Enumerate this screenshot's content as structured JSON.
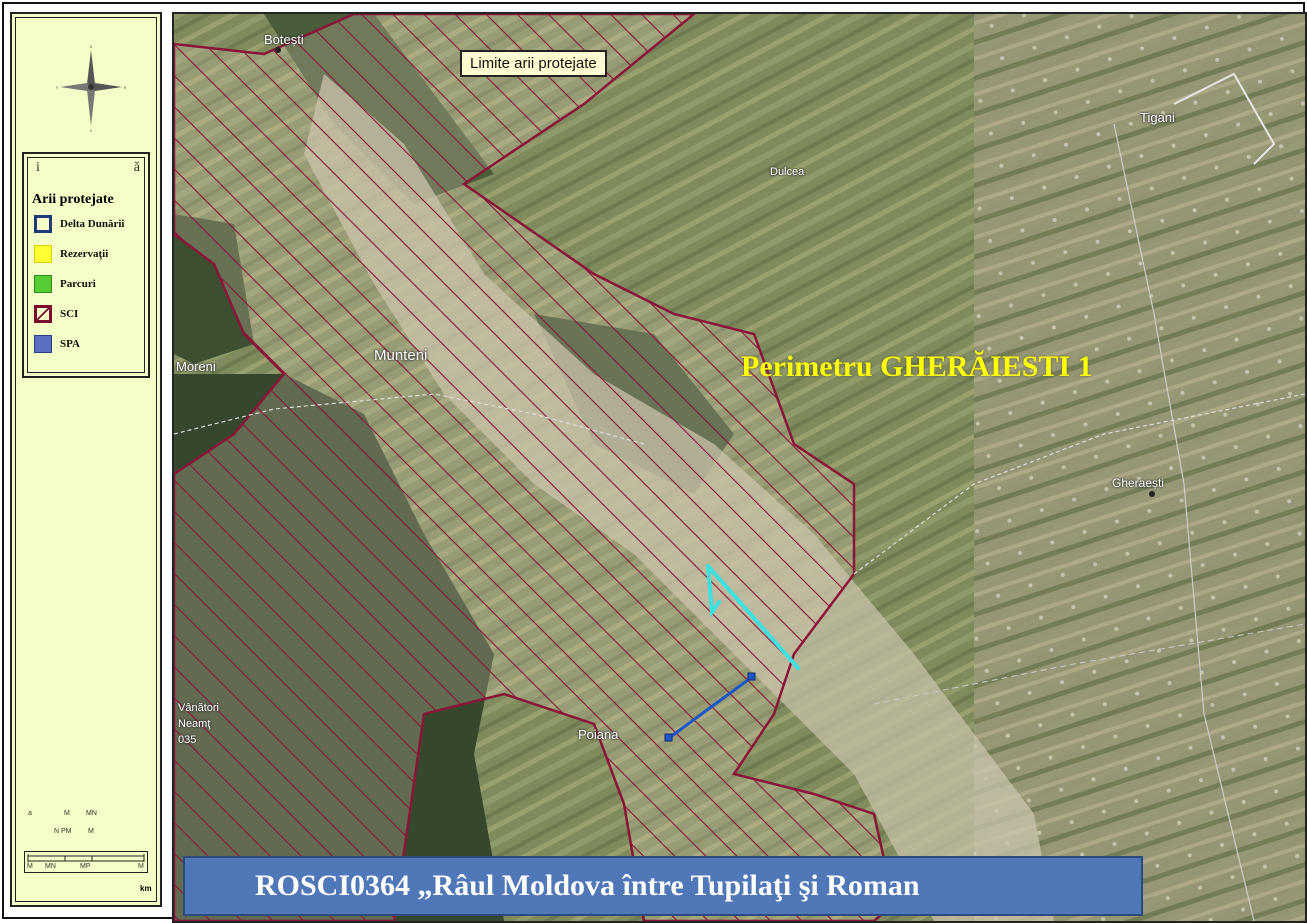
{
  "legend": {
    "compass_letters": {
      "north": "n",
      "south": "s",
      "east": "e",
      "west": "v"
    },
    "header_left": "i",
    "header_right": "ă",
    "title": "Arii protejate",
    "items": [
      {
        "label": "Delta Dunării",
        "icon": "delta-square-icon"
      },
      {
        "label": "Rezervaţii",
        "icon": "reserve-square-icon"
      },
      {
        "label": "Parcuri",
        "icon": "park-square-icon"
      },
      {
        "label": "SCI",
        "icon": "sci-hatched-icon"
      },
      {
        "label": "SPA",
        "icon": "spa-square-icon"
      }
    ],
    "scale_top_labels": [
      "a",
      "M",
      "MN"
    ],
    "scale_mid_labels": [
      "N PM",
      "M"
    ],
    "scale_bar_labels": [
      "M",
      "MN",
      "MP",
      "M"
    ],
    "scale_unit": "km"
  },
  "map": {
    "title": "Limite arii protejate",
    "perimeter_label": "Perimetru GHERĂIESTI 1",
    "banner": "ROSCI0364 „Râul Moldova între Tupilaţi şi Roman",
    "place_labels": {
      "botesti": "Botești",
      "tigani": "Tigani",
      "dulcea": "Dulcea",
      "munteni": "Munteni",
      "moreni": "Moreni",
      "gheraesti": "Gheraești",
      "poiana": "Poiana",
      "ros_line1": "Vânători",
      "ros_line2": "Neamţ",
      "ros_line3": "035"
    },
    "colors": {
      "sci_hatch": "#8a1538",
      "perimeter_line": "#3fe0e0",
      "access_line": "#1f57c8",
      "perimeter_text": "#ffff00",
      "banner_bg": "#5078b8"
    }
  }
}
